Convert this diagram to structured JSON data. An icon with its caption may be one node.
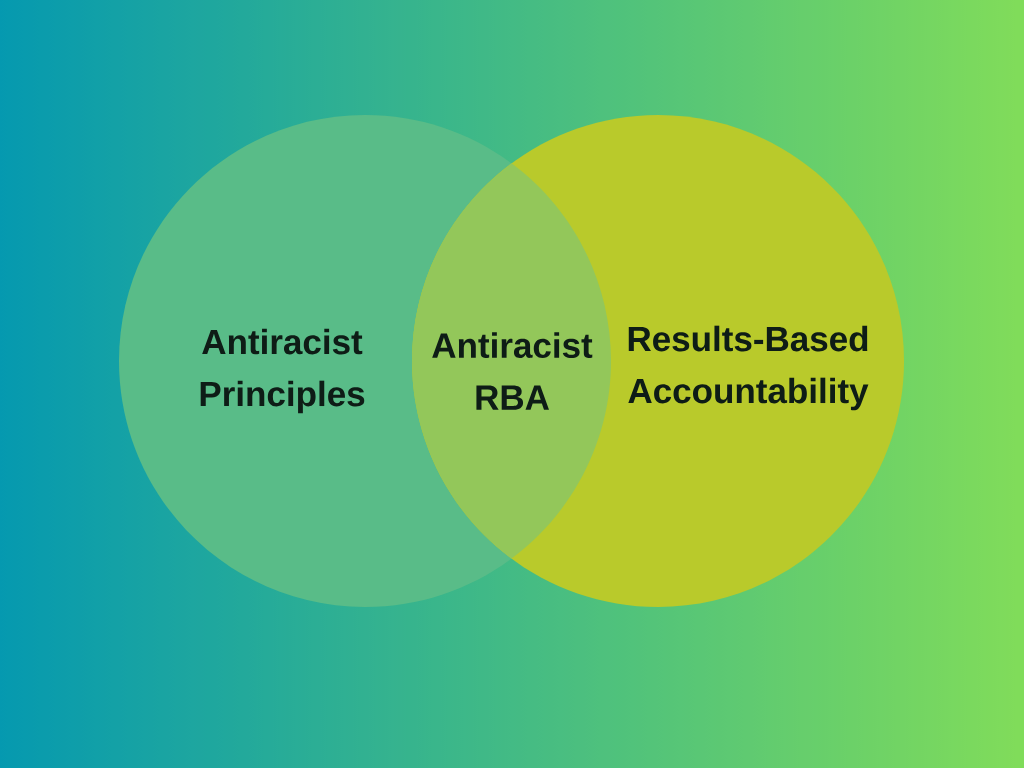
{
  "diagram": {
    "nodes": [
      {
        "text": [
          "Antiracist Principles"
        ]
      },
      {
        "text": [
          "Results-Based Accountability"
        ]
      },
      {
        "text": [
          "Antiracist RBA"
        ]
      }
    ]
  }
}
